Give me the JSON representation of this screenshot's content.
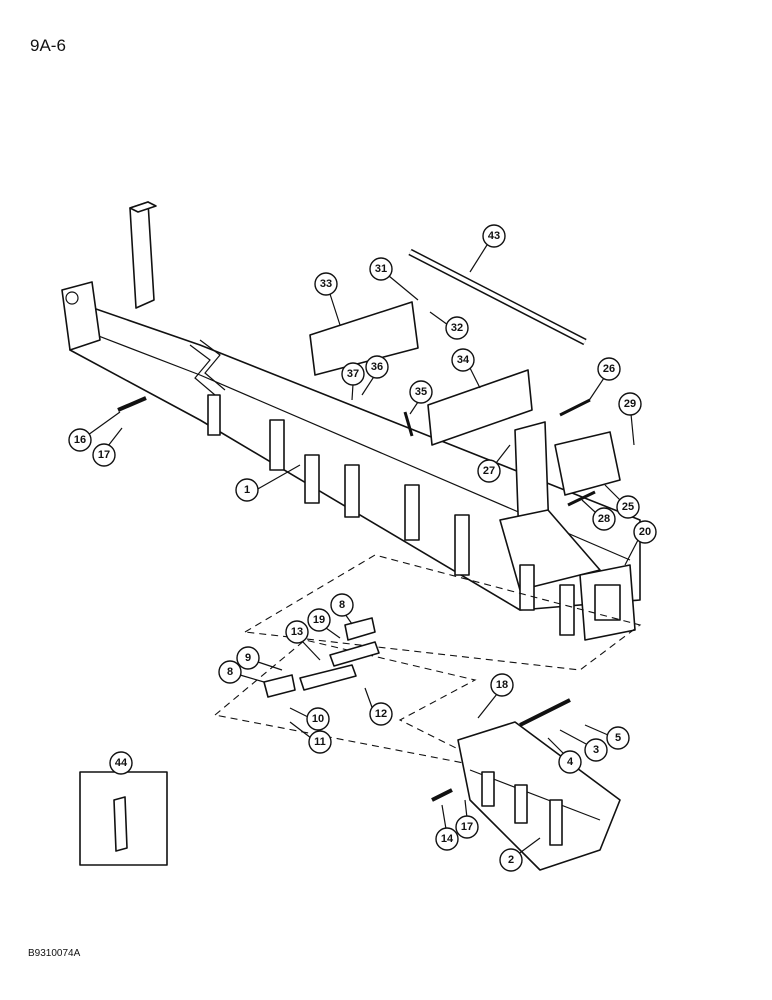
{
  "page_number": "9A-6",
  "figure_code": "B9310074A",
  "callouts": [
    {
      "label": "1"
    },
    {
      "label": "2"
    },
    {
      "label": "3"
    },
    {
      "label": "4"
    },
    {
      "label": "5"
    },
    {
      "label": "8"
    },
    {
      "label": "8"
    },
    {
      "label": "9"
    },
    {
      "label": "10"
    },
    {
      "label": "11"
    },
    {
      "label": "12"
    },
    {
      "label": "13"
    },
    {
      "label": "14"
    },
    {
      "label": "16"
    },
    {
      "label": "17"
    },
    {
      "label": "17"
    },
    {
      "label": "18"
    },
    {
      "label": "19"
    },
    {
      "label": "20"
    },
    {
      "label": "25"
    },
    {
      "label": "26"
    },
    {
      "label": "27"
    },
    {
      "label": "28"
    },
    {
      "label": "29"
    },
    {
      "label": "31"
    },
    {
      "label": "32"
    },
    {
      "label": "33"
    },
    {
      "label": "34"
    },
    {
      "label": "35"
    },
    {
      "label": "36"
    },
    {
      "label": "37"
    },
    {
      "label": "43"
    },
    {
      "label": "44"
    }
  ]
}
